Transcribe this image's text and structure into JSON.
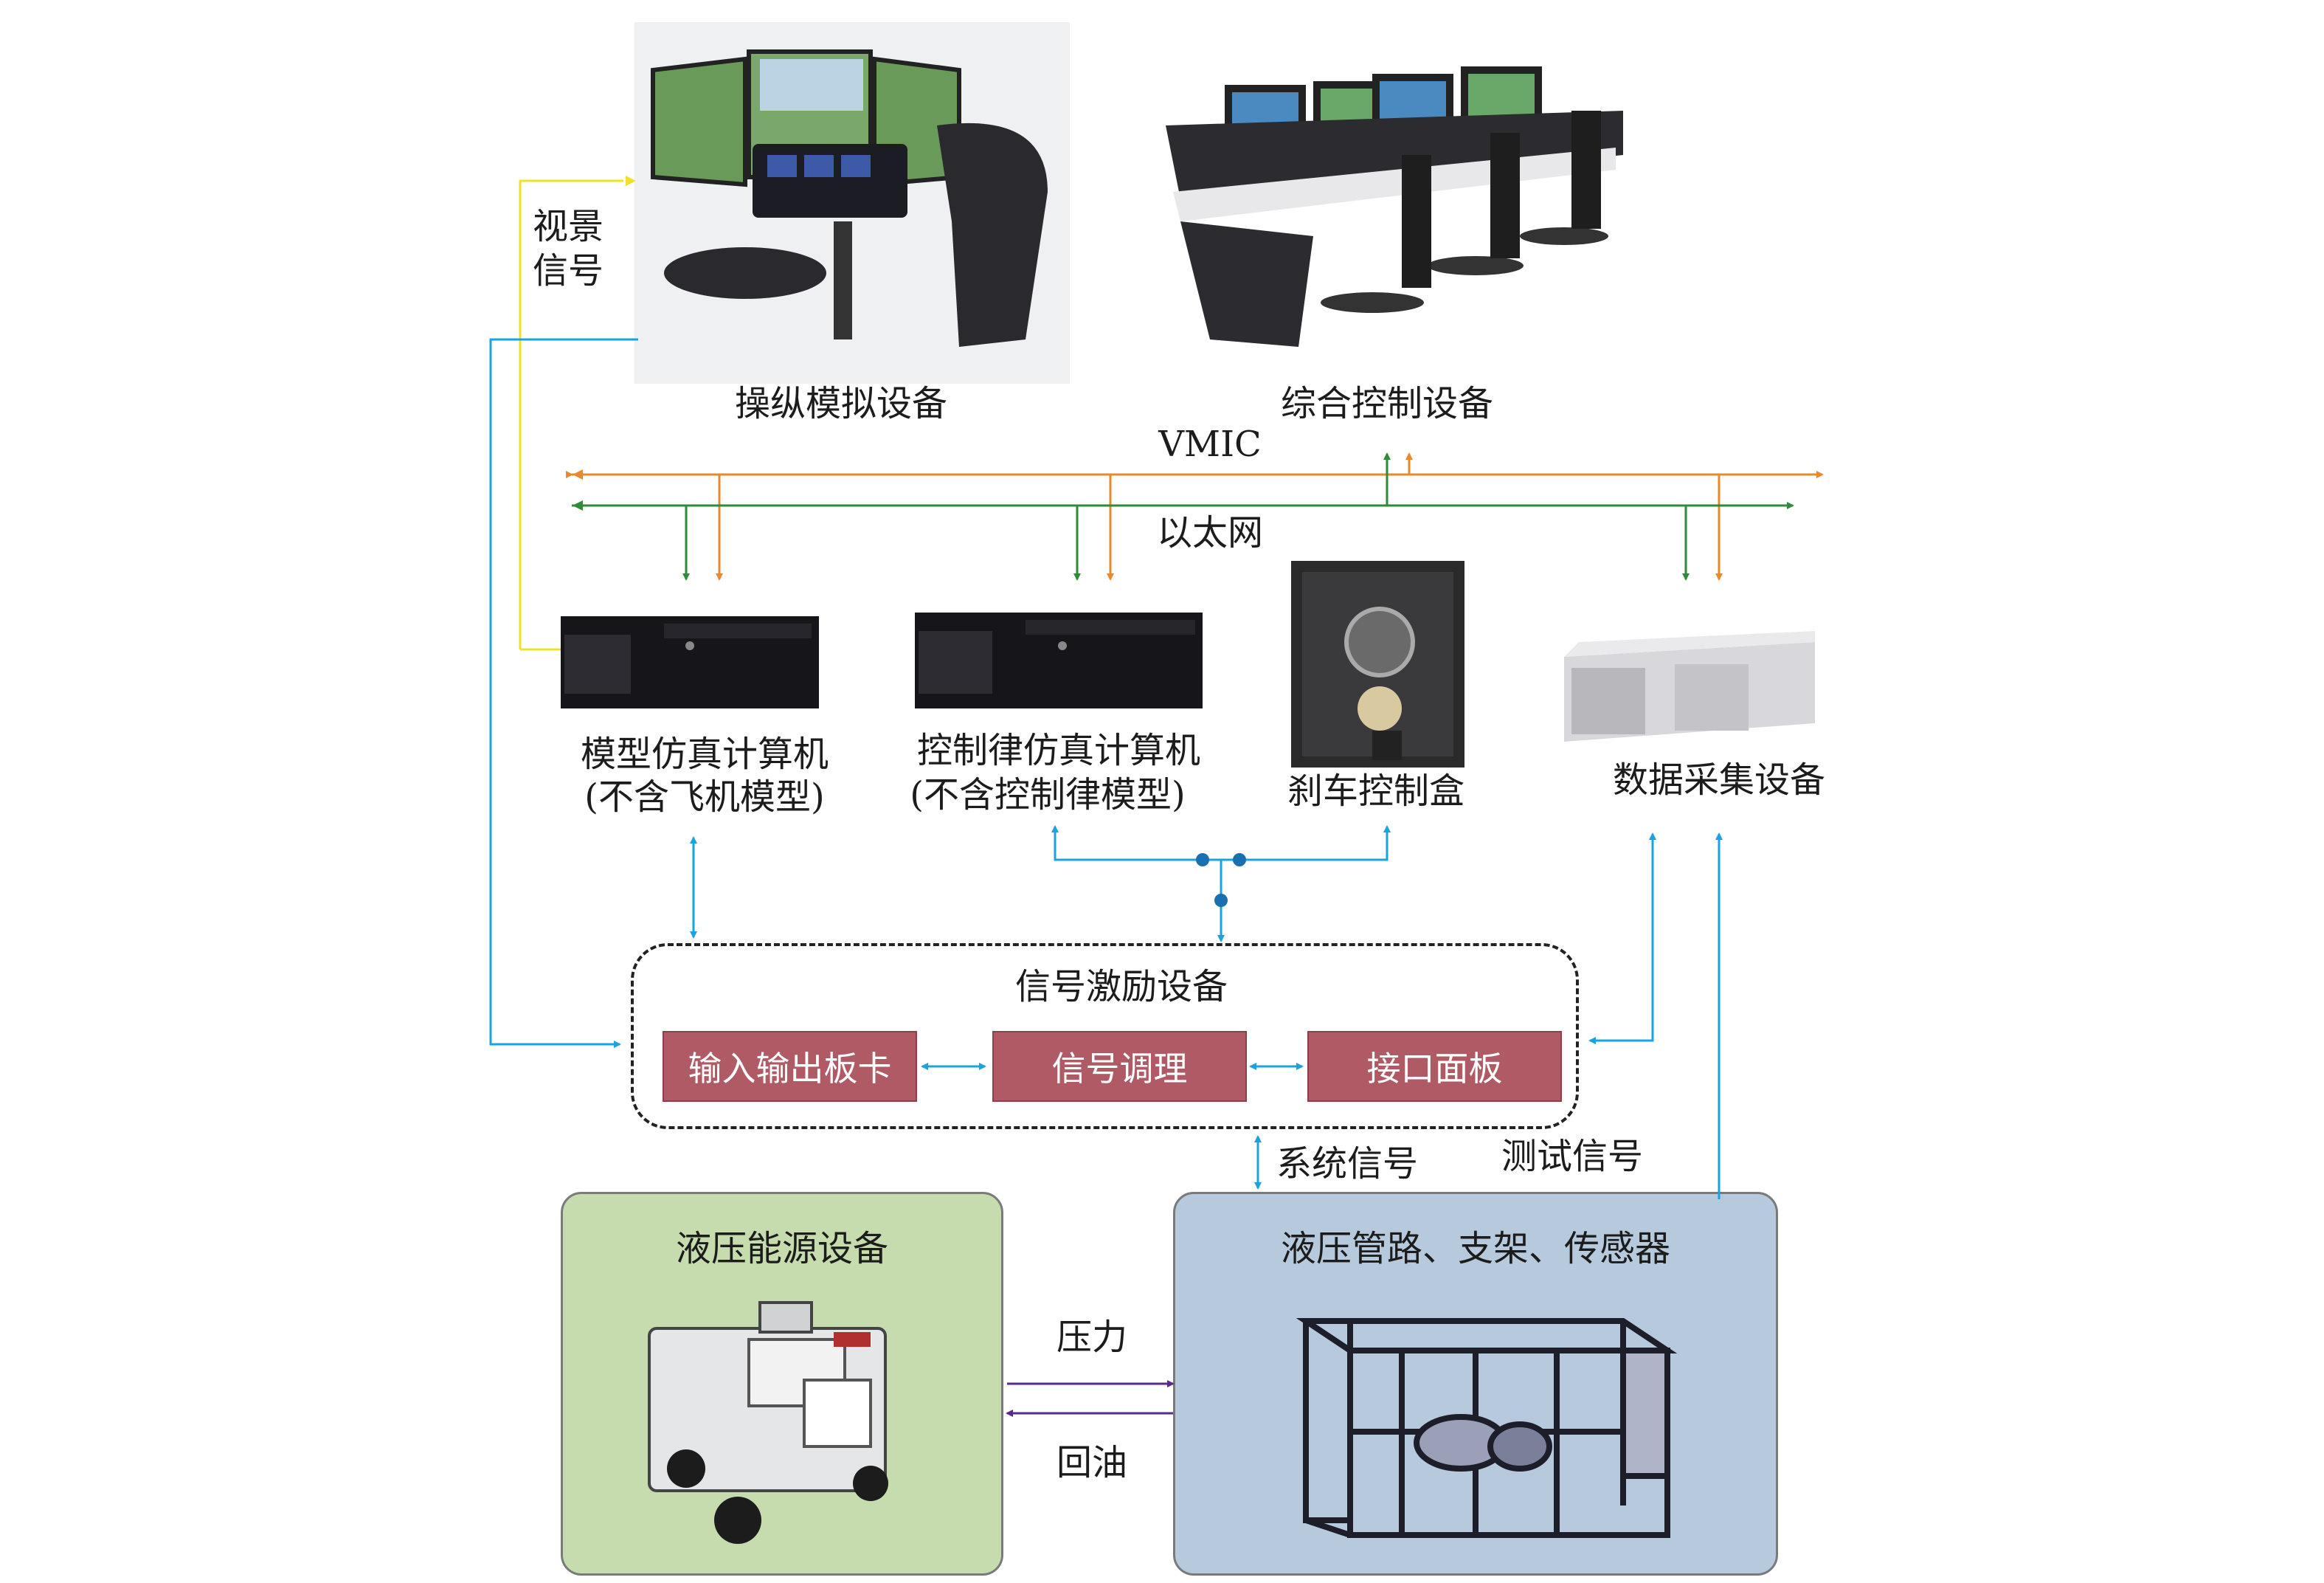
{
  "colors": {
    "vmic": "#e8892c",
    "ethernet": "#2e8b3a",
    "signal": "#1aa3e0",
    "video": "#f0e02a",
    "hydraulic": "#5a2a8a",
    "red_box": "#b05a66",
    "green_panel": "#c6dcae",
    "blue_panel": "#b7c9dd"
  },
  "equipment": {
    "flight_sim": "操纵模拟设备",
    "control_console": "综合控制设备",
    "model_computer_line1": "模型仿真计算机",
    "model_computer_line2": "(不含飞机模型)",
    "law_computer_line1": "控制律仿真计算机",
    "law_computer_line2": "(不含控制律模型)",
    "brake_box": "刹车控制盒",
    "data_acq": "数据采集设备"
  },
  "buses": {
    "vmic": "VMIC",
    "ethernet": "以太网"
  },
  "signals": {
    "video_line1": "视景",
    "video_line2": "信号",
    "system_signal": "系统信号",
    "test_signal": "测试信号",
    "pressure": "压力",
    "return_oil": "回油"
  },
  "signal_excitation": {
    "title": "信号激励设备",
    "io_card": "输入输出板卡",
    "conditioning": "信号调理",
    "interface_panel": "接口面板"
  },
  "hydraulic_power": {
    "title": "液压能源设备"
  },
  "hydraulic_rig": {
    "title": "液压管路、支架、传感器"
  }
}
